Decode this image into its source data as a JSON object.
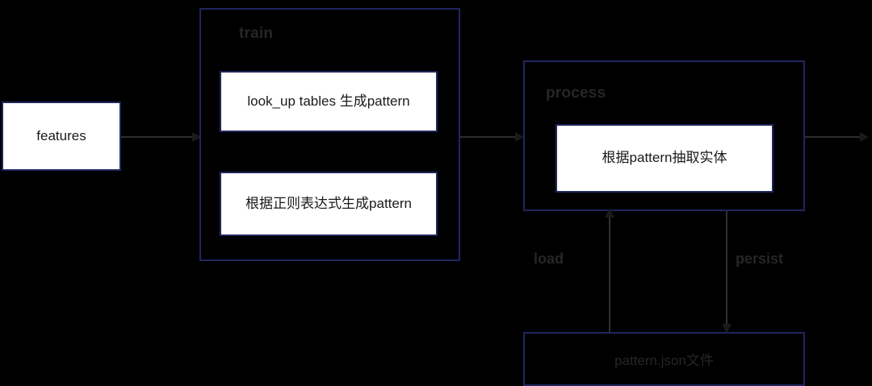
{
  "diagram": {
    "type": "flow-diagram",
    "background_color": "#000000",
    "border_color": "#20265e",
    "node_fill_color": "#ffffff",
    "text_color": "#1a1a1a",
    "label_color": "#262626",
    "arrow_color": "#3d3d3d",
    "nodes": {
      "features": {
        "label": "features"
      },
      "train_group": {
        "label": "train"
      },
      "lookup_tables": {
        "label": "look_up tables 生成pattern"
      },
      "regex": {
        "label": "根据正则表达式生成pattern"
      },
      "process_group": {
        "label": "process"
      },
      "extract_entity": {
        "label": "根据pattern抽取实体"
      },
      "pattern_json": {
        "label": "pattern.json文件"
      }
    },
    "edges": {
      "features_to_train": {
        "label": ""
      },
      "train_to_process": {
        "label": ""
      },
      "process_out": {
        "label": ""
      },
      "json_to_process": {
        "label": "load"
      },
      "process_to_json": {
        "label": "persist"
      }
    }
  }
}
